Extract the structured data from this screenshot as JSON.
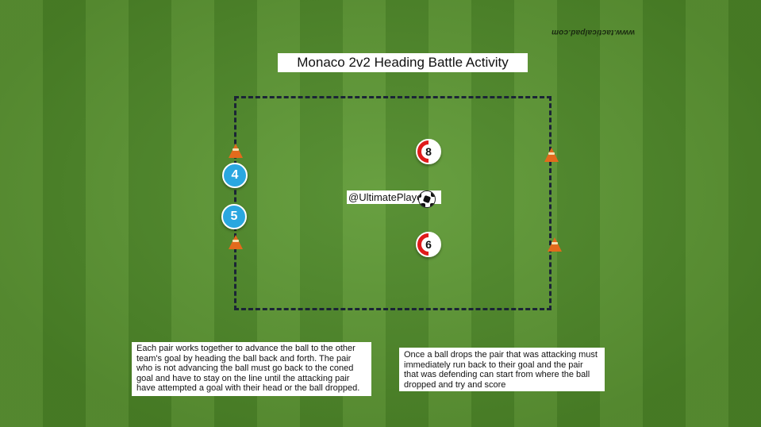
{
  "watermark": "www.tacticalpad.com",
  "title": "Monaco 2v2 Heading Battle Activity",
  "handle": "@UltimatePlayerQ",
  "players": [
    {
      "number": "4",
      "team": "blue"
    },
    {
      "number": "5",
      "team": "blue"
    },
    {
      "number": "8",
      "team": "red"
    },
    {
      "number": "6",
      "team": "red"
    }
  ],
  "notes": {
    "left": "Each pair works together to advance the ball to the other team's goal by heading the ball back and forth. The pair who is not advancing the ball must go back to the coned goal and have to stay on the line until the attacking pair have attempted a goal with their head or the ball dropped.",
    "right": "Once a ball drops the pair that was attacking must immediately run back to their goal and the pair that was defending can start from where the ball dropped and try and score"
  },
  "colors": {
    "grass_light": "#5f9a35",
    "grass_dark": "#4f8a29",
    "boundary": "#1b2436",
    "cone": "#e36a1c",
    "blue_team": "#2aa7e0",
    "red_team": "#e01b1b"
  }
}
